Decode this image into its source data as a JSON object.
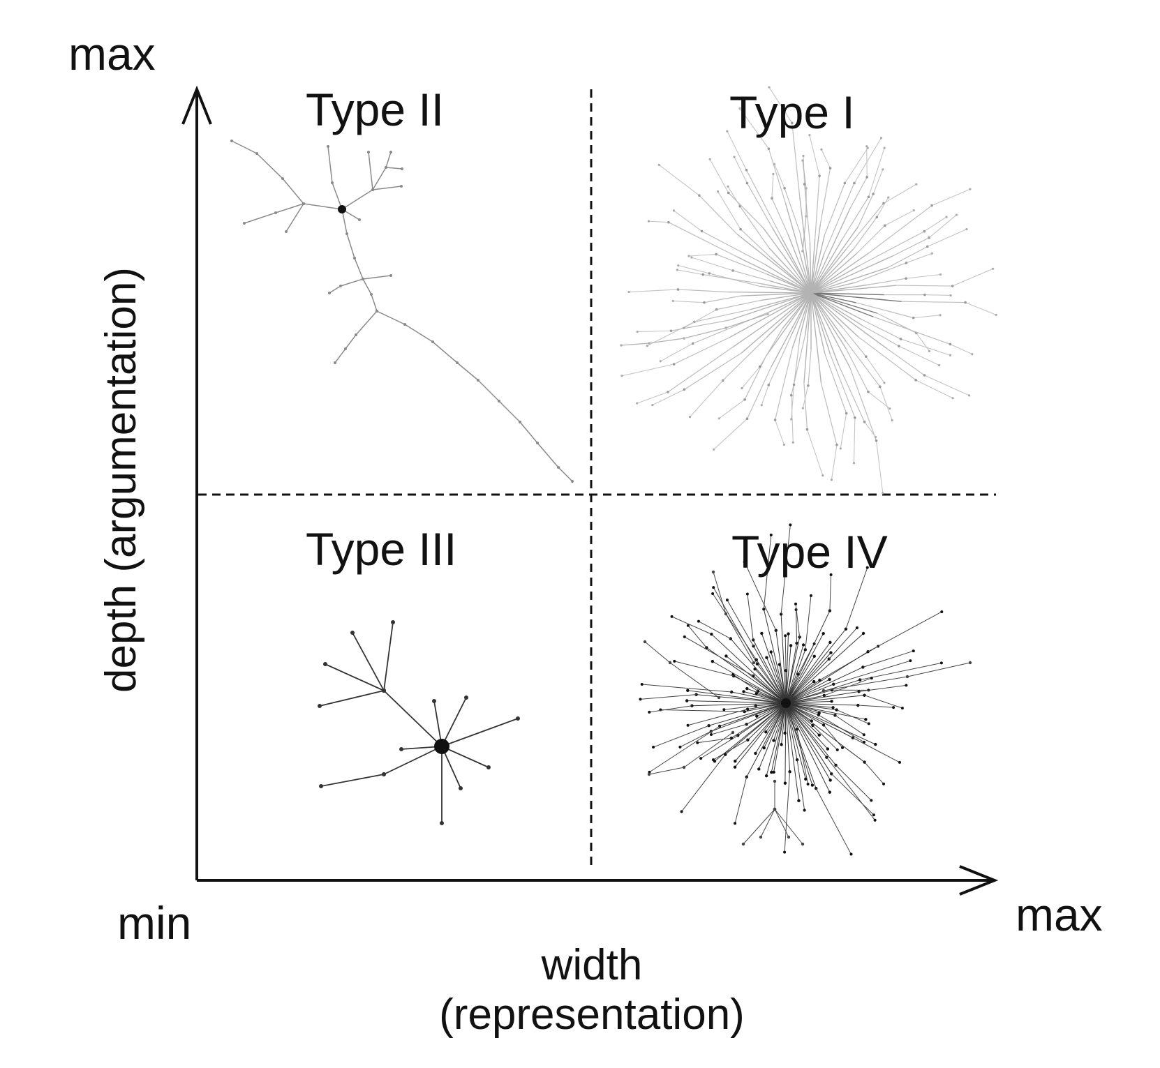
{
  "axes": {
    "y_max_label": "max",
    "origin_label": "min",
    "x_max_label": "max",
    "y_label": "depth (argumentation)",
    "x_label_line1": "width",
    "x_label_line2": "(representation)"
  },
  "quadrants": [
    {
      "id": "type-2",
      "title": "Type  II"
    },
    {
      "id": "type-1",
      "title": "Type I"
    },
    {
      "id": "type-3",
      "title": "Type  III"
    },
    {
      "id": "type-4",
      "title": "Type IV"
    }
  ],
  "colors": {
    "ink": "#111111",
    "faint_graph": "#9a9a9a",
    "mid_graph": "#555555"
  }
}
